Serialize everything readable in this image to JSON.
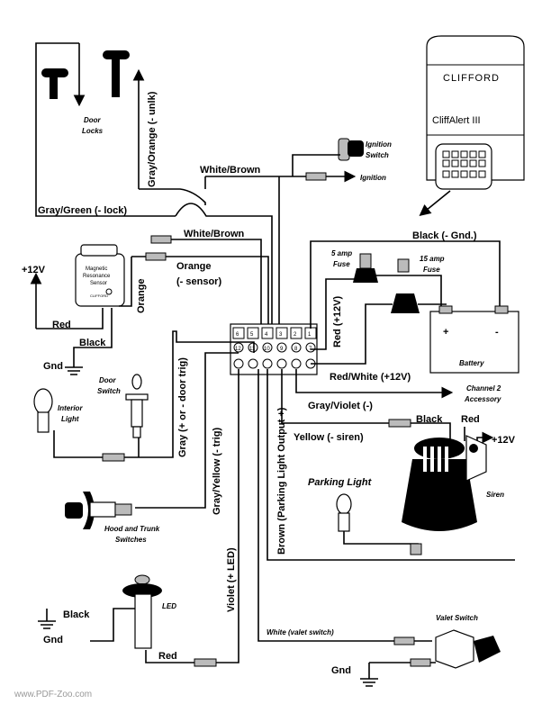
{
  "wires": {
    "gray_orange": "Gray/Orange (- unlk)",
    "white_brown_top": "White/Brown",
    "gray_green": "Gray/Green (- lock)",
    "white_brown_mid": "White/Brown",
    "orange_sensor_1": "Orange",
    "orange_sensor_2": "(- sensor)",
    "orange_vertical": "Orange",
    "red_sensor": "Red",
    "black_gnd": "Black",
    "black_gnd_battery": "Black (- Gnd.)",
    "red_12v_vertical": "Red (+12V)",
    "red_white": "Red/White (+12V)",
    "gray_violet": "Gray/Violet (-)",
    "black_siren": "Black",
    "red_siren": "Red",
    "yellow_siren": "Yellow (- siren)",
    "gray_door": "Gray (+ or - door trig)",
    "gray_yellow": "Gray/Yellow (- trig)",
    "brown_parking": "Brown (Parking Light Output +)",
    "violet_led": "Violet (+ LED)",
    "black_led": "Black",
    "red_led": "Red",
    "white_valet": "White (valet switch)"
  },
  "labels": {
    "door_locks_1": "Door",
    "door_locks_2": "Locks",
    "ignition_switch_1": "Ignition",
    "ignition_switch_2": "Switch",
    "ignition": "Ignition",
    "plus12v_left": "+12V",
    "plus12v_siren": "+12V",
    "gnd_left": "Gnd",
    "gnd_led": "Gnd",
    "gnd_valet": "Gnd",
    "fuse_5_1": "5 amp",
    "fuse_5_2": "Fuse",
    "fuse_15_1": "15 amp",
    "fuse_15_2": "Fuse",
    "battery": "Battery",
    "battery_plus": "+",
    "battery_minus": "-",
    "channel2_1": "Channel 2",
    "channel2_2": "Accessory",
    "door_switch_1": "Door",
    "door_switch_2": "Switch",
    "interior_light_1": "Interior",
    "interior_light_2": "Light",
    "parking_light": "Parking Light",
    "siren": "Siren",
    "hood_trunk_1": "Hood and Trunk",
    "hood_trunk_2": "Switches",
    "led": "LED",
    "valet_switch": "Valet Switch",
    "watermark": "www.PDF-Zoo.com"
  },
  "sensor": {
    "line1": "Magnetic",
    "line2": "Resonance",
    "line3": "Sensor",
    "brand": "CLIFFORD"
  },
  "module": {
    "brand": "CLIFFORD",
    "model": "CliffAlert III"
  },
  "connector_pins": [
    "6",
    "5",
    "4",
    "3",
    "2",
    "1",
    "12",
    "11",
    "10",
    "9",
    "8",
    "7"
  ]
}
